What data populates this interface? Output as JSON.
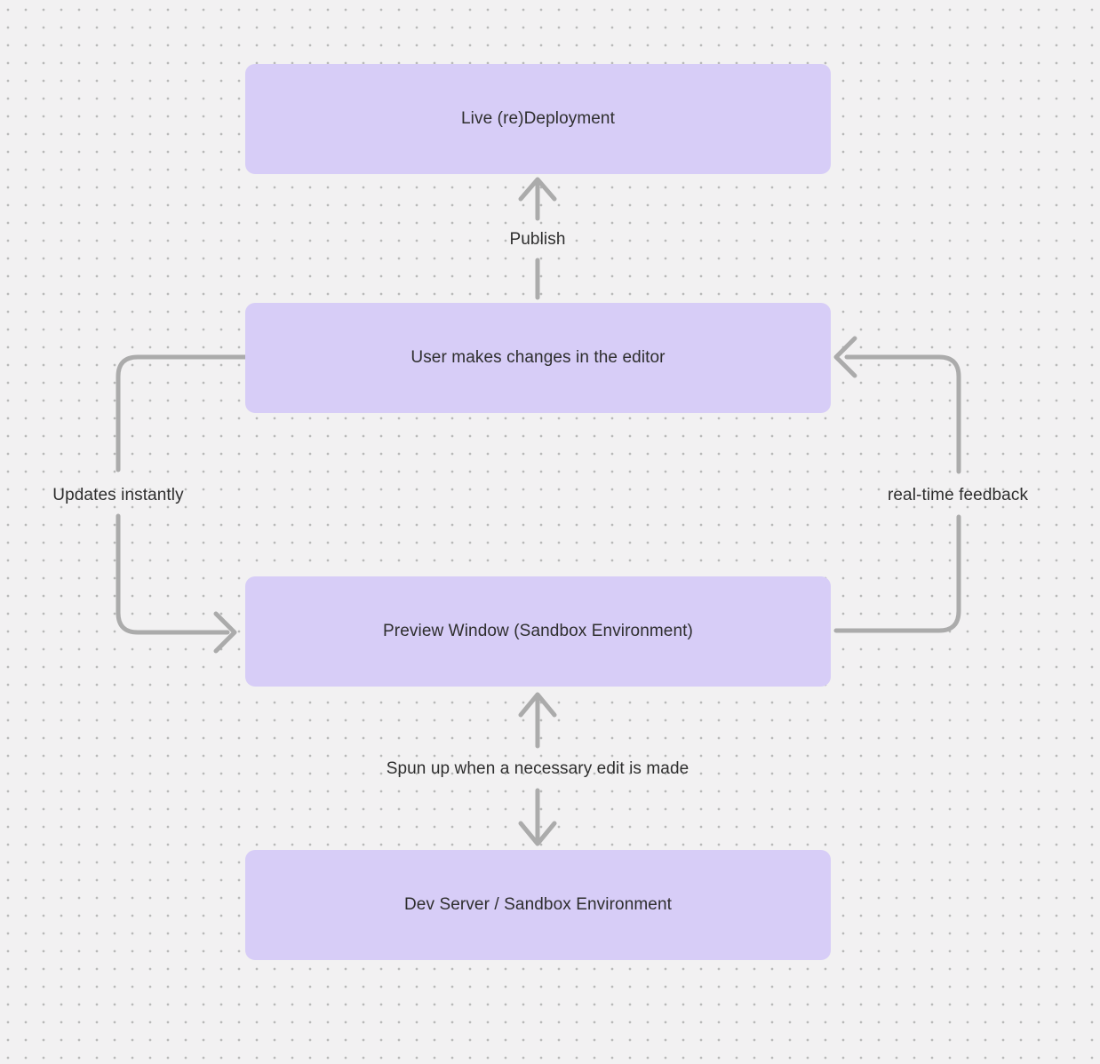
{
  "colors": {
    "background": "#f2f1f2",
    "dot": "#b9b9b9",
    "node_fill": "#d7cdf7",
    "text": "#2e2e2e",
    "arrow": "#ababab"
  },
  "nodes": [
    {
      "id": "live-redeployment",
      "label": "Live (re)Deployment"
    },
    {
      "id": "user-editor",
      "label": "User makes changes in the editor"
    },
    {
      "id": "preview-window",
      "label": "Preview Window (Sandbox Environment)"
    },
    {
      "id": "dev-server",
      "label": "Dev Server / Sandbox Environment"
    }
  ],
  "edges": [
    {
      "id": "publish",
      "label": "Publish",
      "from": "user-editor",
      "to": "live-redeployment",
      "direction": "up"
    },
    {
      "id": "updates-instantly",
      "label": "Updates instantly",
      "from": "user-editor",
      "to": "preview-window",
      "direction": "left-loop"
    },
    {
      "id": "real-time-feedback",
      "label": "real-time feedback",
      "from": "preview-window",
      "to": "user-editor",
      "direction": "right-loop"
    },
    {
      "id": "spun-up",
      "label": "Spun up when a necessary edit is made",
      "from": "preview-window",
      "to": "dev-server",
      "direction": "bidirectional"
    }
  ]
}
